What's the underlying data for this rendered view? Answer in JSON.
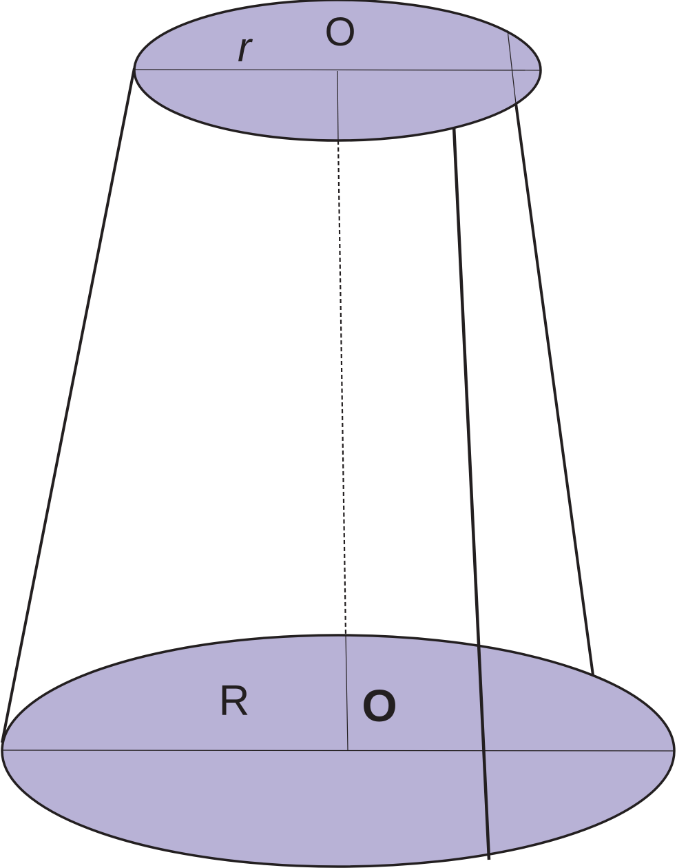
{
  "diagram": {
    "colors": {
      "fill": "#b8b2d6",
      "stroke": "#231f20",
      "background": "#ffffff"
    },
    "labels": {
      "top_center": "O",
      "top_radius": "r",
      "bottom_radius": "R",
      "bottom_center": "O"
    }
  }
}
